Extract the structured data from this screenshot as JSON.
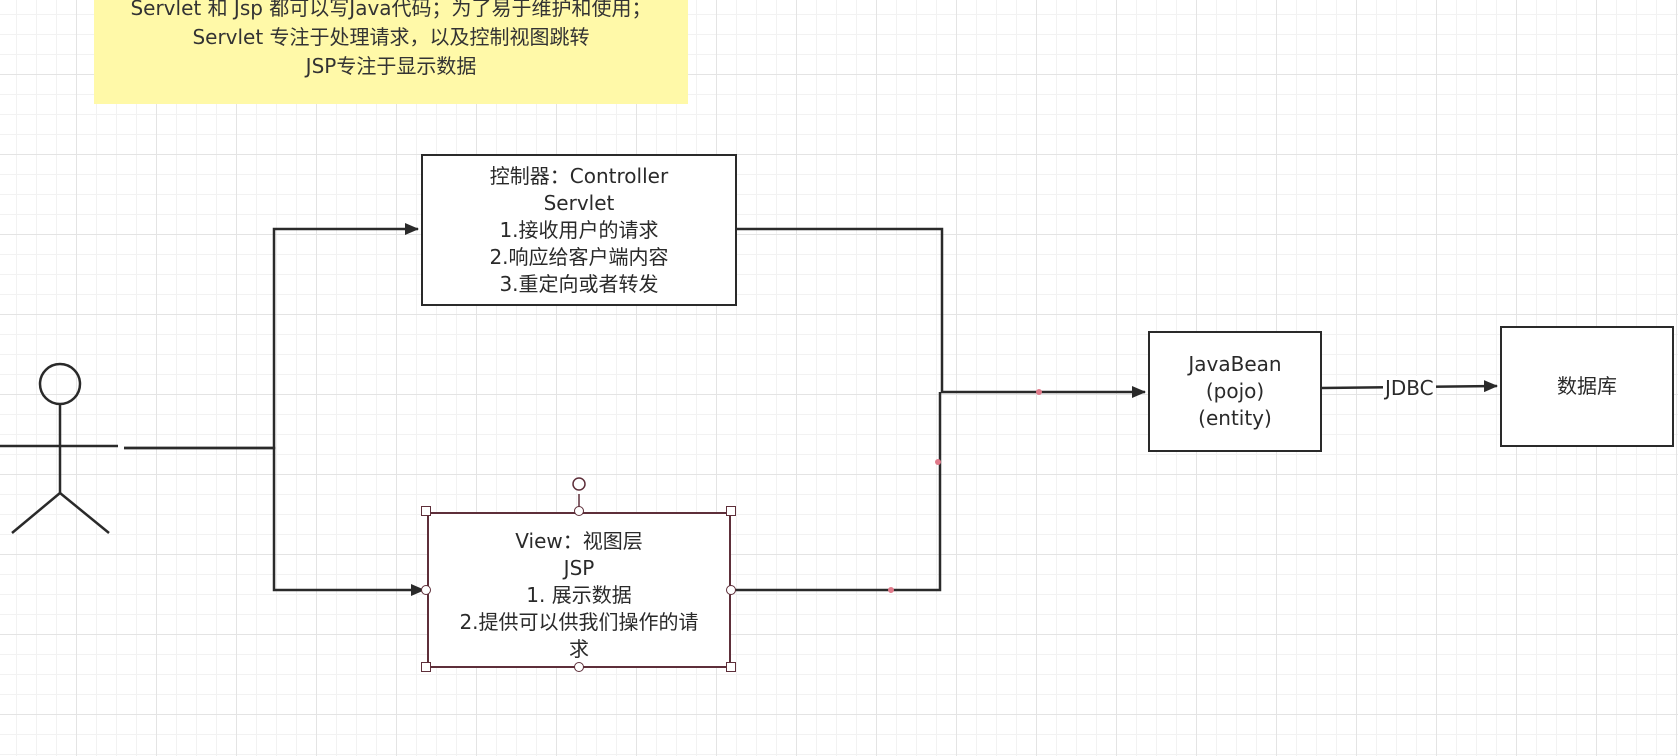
{
  "note": {
    "line1": "Servlet 和 Jsp  都可以写Java代码；为了易于维护和使用；",
    "line2": "Servlet 专注于处理请求，以及控制视图跳转",
    "line3": "JSP专注于显示数据",
    "color": "#fff9a8"
  },
  "controller": {
    "title": "控制器：Controller",
    "subtitle": "Servlet",
    "item1": "1.接收用户的请求",
    "item2": "2.响应给客户端内容",
    "item3": "3.重定向或者转发"
  },
  "view": {
    "title": "View：视图层",
    "subtitle": "JSP",
    "item1": "1. 展示数据",
    "item2a": "2.提供可以供我们操作的请",
    "item2b": "求"
  },
  "javabean": {
    "title": "JavaBean",
    "line2": "(pojo)",
    "line3": "(entity)"
  },
  "connector": {
    "jdbc_label": "JDBC"
  },
  "database": {
    "label": "数据库"
  },
  "colors": {
    "line": "#2a2a2a",
    "selection": "#5e2f3a",
    "grid": "#e4e4e4"
  }
}
